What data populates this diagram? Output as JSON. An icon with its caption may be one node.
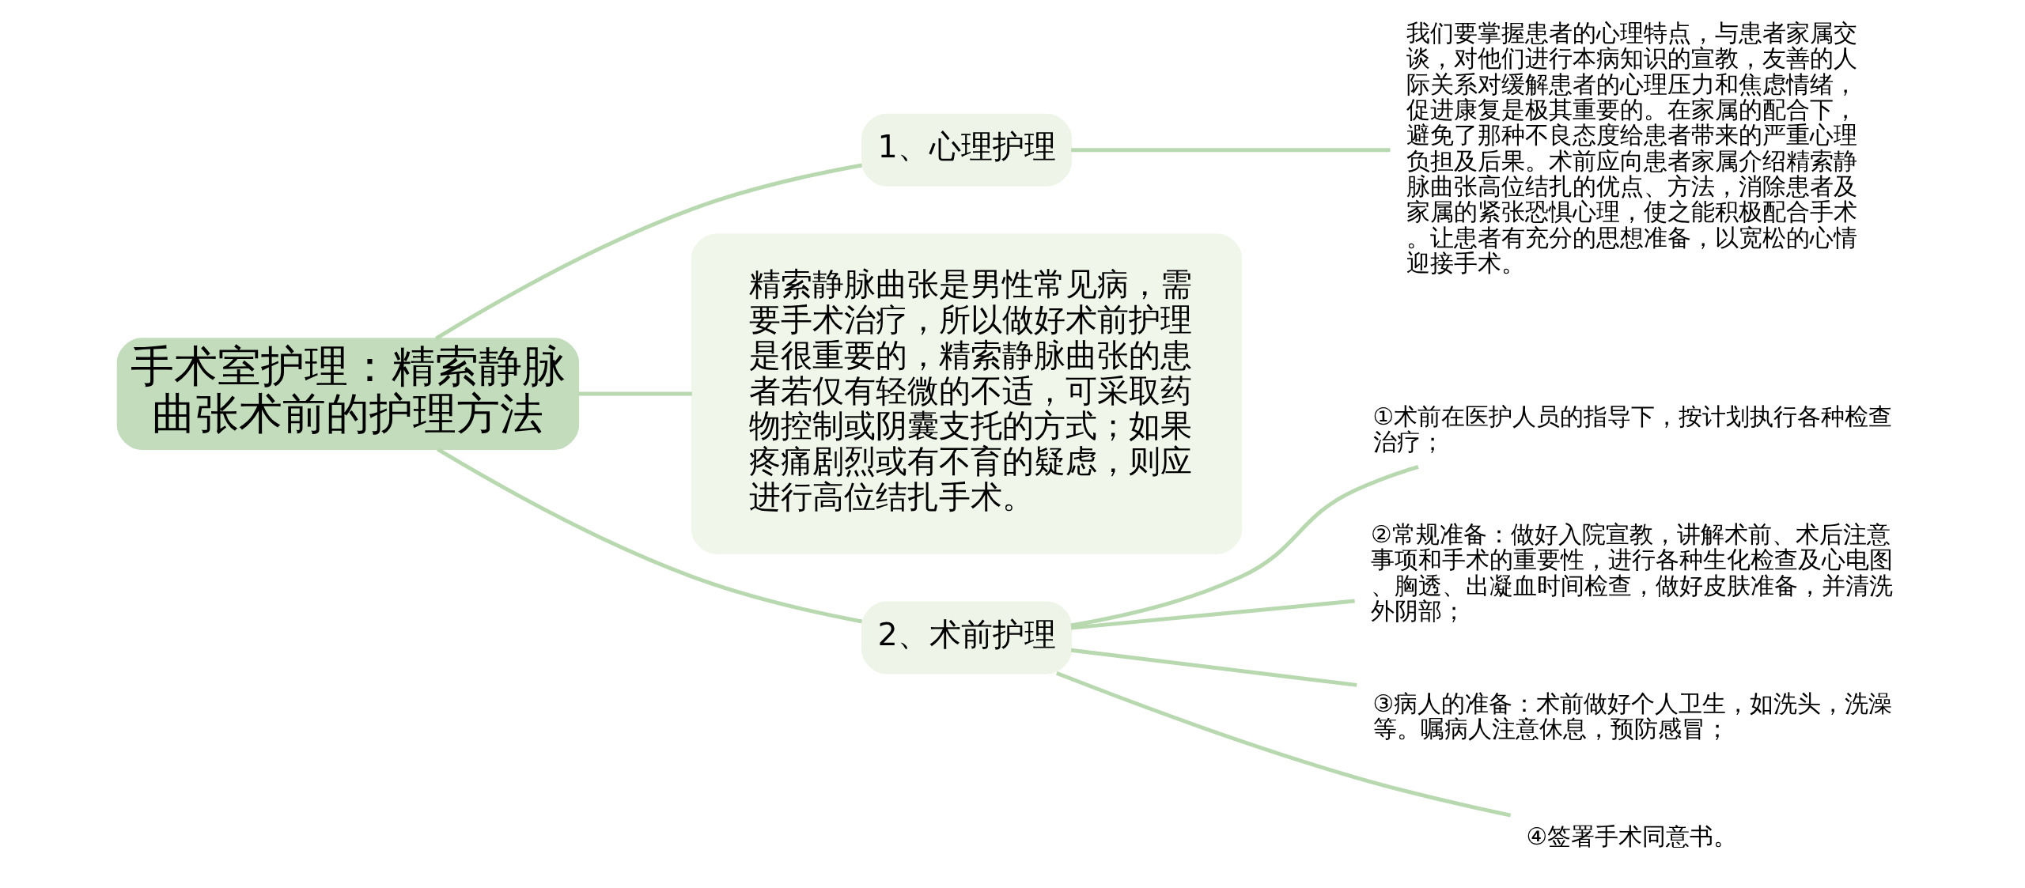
{
  "diagram": {
    "nodes": [
      {
        "text": [
          "手术室护理：精索静脉曲张术前的护理方法"
        ]
      },
      {
        "text": [
          "1、心理护理"
        ]
      },
      {
        "text": [
          "我们要掌握患者的心理特点，与患者家属交谈，对他们进行本病知识的宣教，友善的人际关系对缓解患者的心理压力和焦虑情绪，促进康复是极其重要的。在家属的配合下，避免了那种不良态度给患者带来的严重心理负担及后果。术前应向患者家属介绍精索静脉曲张高位结扎的优点、方法，消除患者及家属的紧张恐惧心理，使之能积极配合手术。让患者有充分的思想准备，以宽松的心情迎接手术。"
        ]
      },
      {
        "text": [
          "精索静脉曲张是男性常见病，需要手术治疗，所以做好术前护理是很重要的，精索静脉曲张的患者若仅有轻微的不适，可采取药物控制或阴囊支托的方式；如果疼痛剧烈或有不育的疑虑，则应进行高位结扎手术。"
        ]
      },
      {
        "text": [
          "2、术前护理"
        ]
      },
      {
        "text": [
          "①术前在医护人员的指导下，按计划执行各种检查治疗；"
        ]
      },
      {
        "text": [
          "②常规准备：做好入院宣教，讲解术前、术后注意事项和手术的重要性，进行各种生化检查及心电图、胸透、出凝血时间检查，做好皮肤准备，并清洗外阴部；"
        ]
      },
      {
        "text": [
          "③病人的准备：术前做好个人卫生，如洗头，洗澡等。嘱病人注意休息，预防感冒；"
        ]
      },
      {
        "text": [
          "④签署手术同意书。"
        ]
      }
    ],
    "edges": [
      {
        "from": 0,
        "to": 1,
        "arrow": "none"
      },
      {
        "from": 1,
        "to": 2,
        "arrow": "none"
      },
      {
        "from": 0,
        "to": 3,
        "arrow": "none"
      },
      {
        "from": 0,
        "to": 4,
        "arrow": "none"
      },
      {
        "from": 4,
        "to": 5,
        "arrow": "none"
      },
      {
        "from": 4,
        "to": 6,
        "arrow": "none"
      },
      {
        "from": 4,
        "to": 7,
        "arrow": "none"
      },
      {
        "from": 4,
        "to": 8,
        "arrow": "none"
      }
    ]
  }
}
